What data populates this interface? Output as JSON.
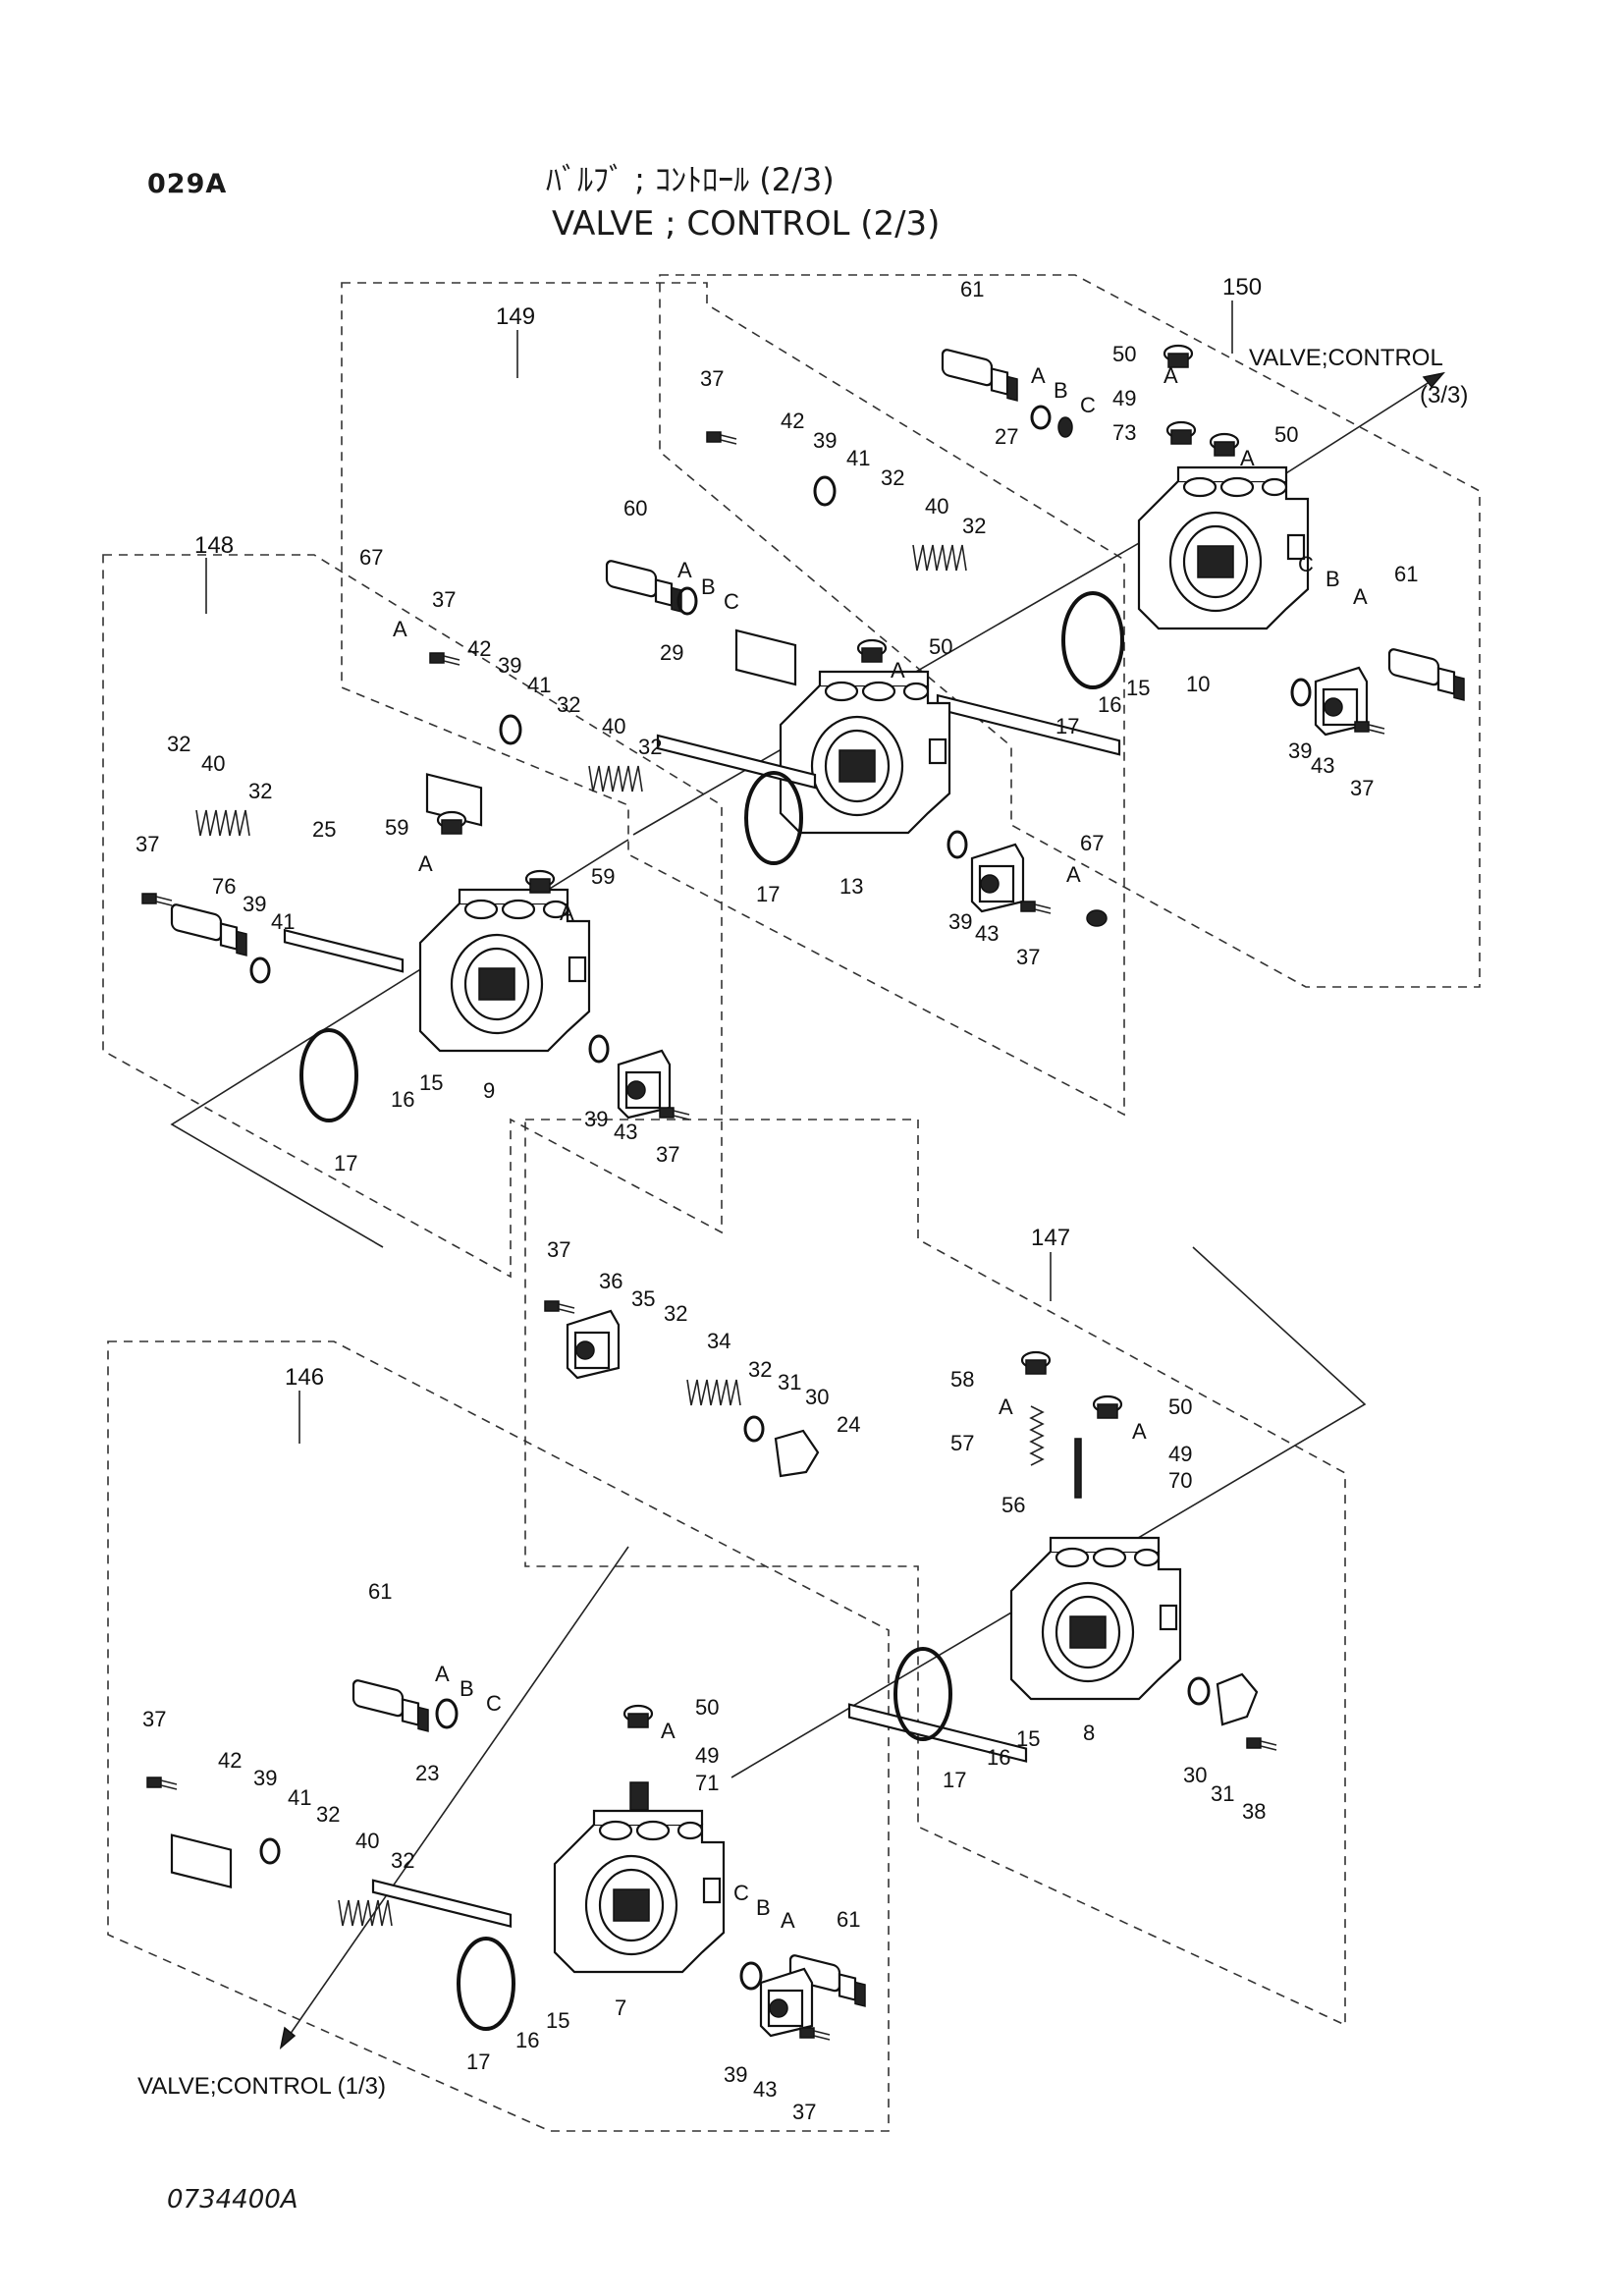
{
  "header": {
    "code": "029A",
    "title_jp": "ﾊﾞﾙﾌﾞ ; ｺﾝﾄﾛｰﾙ (2/3)",
    "title_en": "VALVE ; CONTROL (2/3)"
  },
  "drawing_number": "0734400A",
  "references": {
    "to_next": "VALVE;CONTROL",
    "to_next_sheet": "(3/3)",
    "to_prev": "VALVE;CONTROL (1/3)"
  },
  "groups": {
    "g150": {
      "id": "150",
      "labels": [
        "61",
        "A",
        "B",
        "C",
        "50",
        "A",
        "49",
        "73",
        "50",
        "A",
        "37",
        "42",
        "39",
        "41",
        "32",
        "27",
        "40",
        "32",
        "17",
        "16",
        "15",
        "10",
        "C",
        "B",
        "A",
        "61",
        "39",
        "43",
        "37"
      ]
    },
    "g149": {
      "id": "149",
      "labels": [
        "60",
        "A",
        "B",
        "C",
        "67",
        "A",
        "37",
        "42",
        "39",
        "41",
        "32",
        "29",
        "40",
        "32",
        "50",
        "A",
        "17",
        "13",
        "39",
        "43",
        "37",
        "67",
        "A"
      ]
    },
    "g148": {
      "id": "148",
      "labels": [
        "32",
        "40",
        "32",
        "25",
        "37",
        "76",
        "39",
        "41",
        "59",
        "A",
        "59",
        "A",
        "16",
        "15",
        "9",
        "17",
        "39",
        "43",
        "37"
      ]
    },
    "g147": {
      "id": "147",
      "labels": [
        "37",
        "36",
        "35",
        "32",
        "34",
        "32",
        "31",
        "30",
        "24",
        "58",
        "A",
        "57",
        "56",
        "50",
        "A",
        "49",
        "70",
        "17",
        "16",
        "15",
        "8",
        "30",
        "31",
        "38"
      ]
    },
    "g146": {
      "id": "146",
      "labels": [
        "61",
        "A",
        "B",
        "C",
        "37",
        "42",
        "39",
        "41",
        "32",
        "23",
        "40",
        "32",
        "50",
        "A",
        "49",
        "71",
        "17",
        "16",
        "15",
        "7",
        "C",
        "B",
        "A",
        "61",
        "39",
        "43",
        "37"
      ]
    }
  }
}
